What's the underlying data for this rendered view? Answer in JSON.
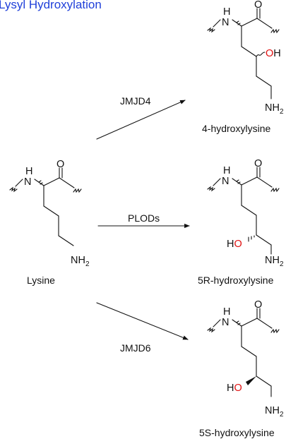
{
  "title": "Lysyl Hydroxylation",
  "reactant": {
    "name": "Lysine"
  },
  "reactions": [
    {
      "enzyme": "JMJD4",
      "product": "4-hydroxylysine"
    },
    {
      "enzyme": "PLODs",
      "product": "5R-hydroxylysine"
    },
    {
      "enzyme": "JMJD6",
      "product": "5S-hydroxylysine"
    }
  ],
  "atoms": {
    "H": "H",
    "N": "N",
    "O": "O",
    "OH": "OH",
    "HO": "HO",
    "NH": "NH",
    "sub2": "2"
  },
  "colors": {
    "title": "#1f3fd9",
    "hydroxyl": "#e01010",
    "ink": "#111111"
  }
}
